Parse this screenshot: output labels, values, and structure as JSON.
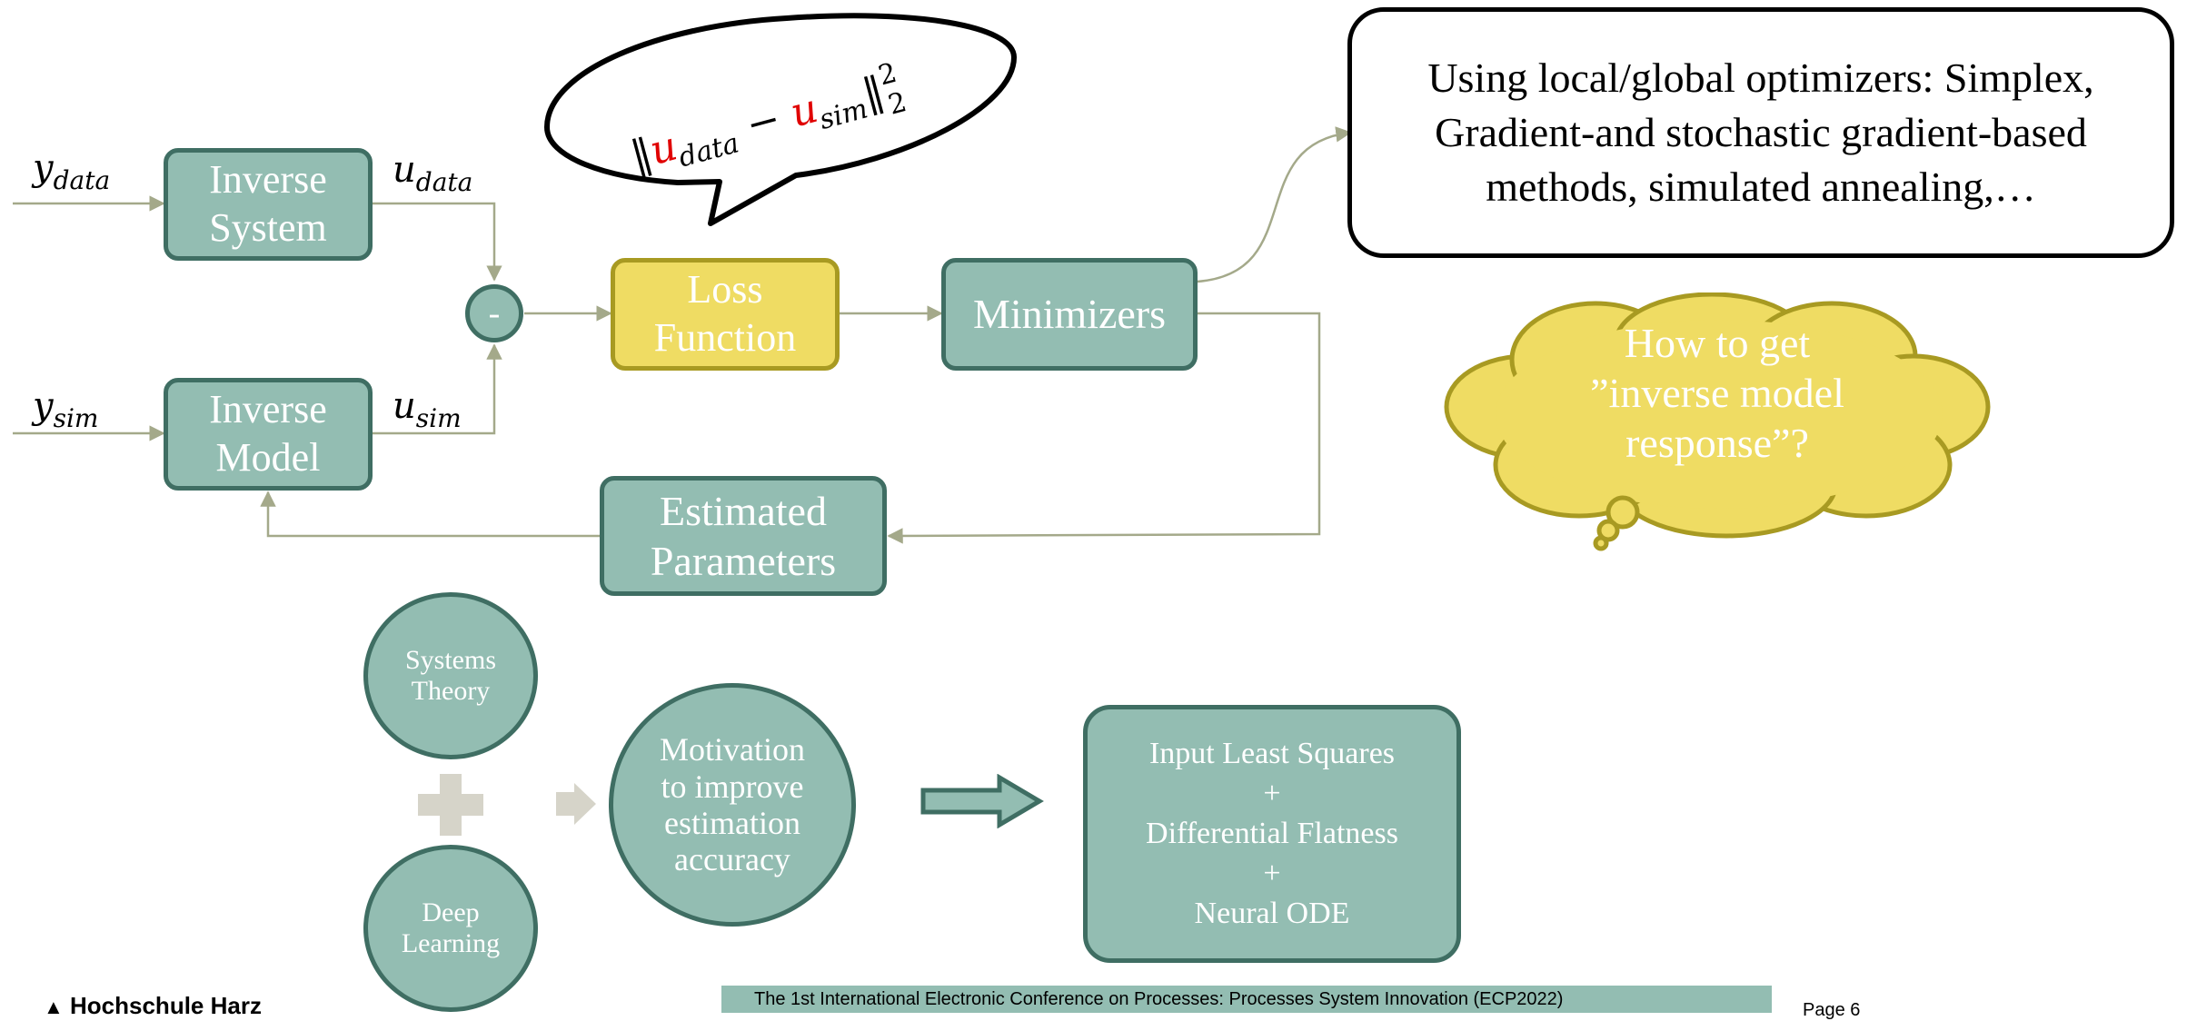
{
  "diagram": {
    "labels": {
      "y_data": {
        "base": "y",
        "sub": "data"
      },
      "u_data": {
        "base": "u",
        "sub": "data"
      },
      "y_sim": {
        "base": "y",
        "sub": "sim"
      },
      "u_sim": {
        "base": "u",
        "sub": "sim"
      }
    },
    "boxes": {
      "inverse_system": "Inverse\nSystem",
      "inverse_model": "Inverse\nModel",
      "subtract": "-",
      "loss_function": "Loss\nFunction",
      "minimizers": "Minimizers",
      "estimated_parameters": "Estimated\nParameters"
    },
    "speech_bubble": {
      "u1": "u",
      "sub1": "data",
      "minus": "−",
      "u2": "u",
      "sub2": "sim",
      "sup": "2",
      "sub_norm": "2"
    },
    "optimizer_note": "Using local/global optimizers: Simplex,\nGradient-and stochastic gradient-based\nmethods, simulated annealing,…",
    "thought_cloud": "How to get\n”inverse model\nresponse”?"
  },
  "bottom": {
    "systems_theory": "Systems\nTheory",
    "deep_learning": "Deep\nLearning",
    "motivation": "Motivation\nto improve\nestimation\naccuracy",
    "result": "Input Least Squares\n+\nDifferential Flatness\n+\nNeural ODE"
  },
  "footer": {
    "logo": "Hochschule Harz",
    "conference": "The 1st International Electronic Conference on Processes: Processes System Innovation (ECP2022)",
    "page": "Page 6"
  },
  "colors": {
    "teal_fill": "#93bdb2",
    "teal_border": "#3f6e63",
    "yellow_fill": "#efdc63",
    "yellow_border": "#a89a22",
    "arrow": "#a4a98a",
    "highlight_red": "#e00000"
  }
}
